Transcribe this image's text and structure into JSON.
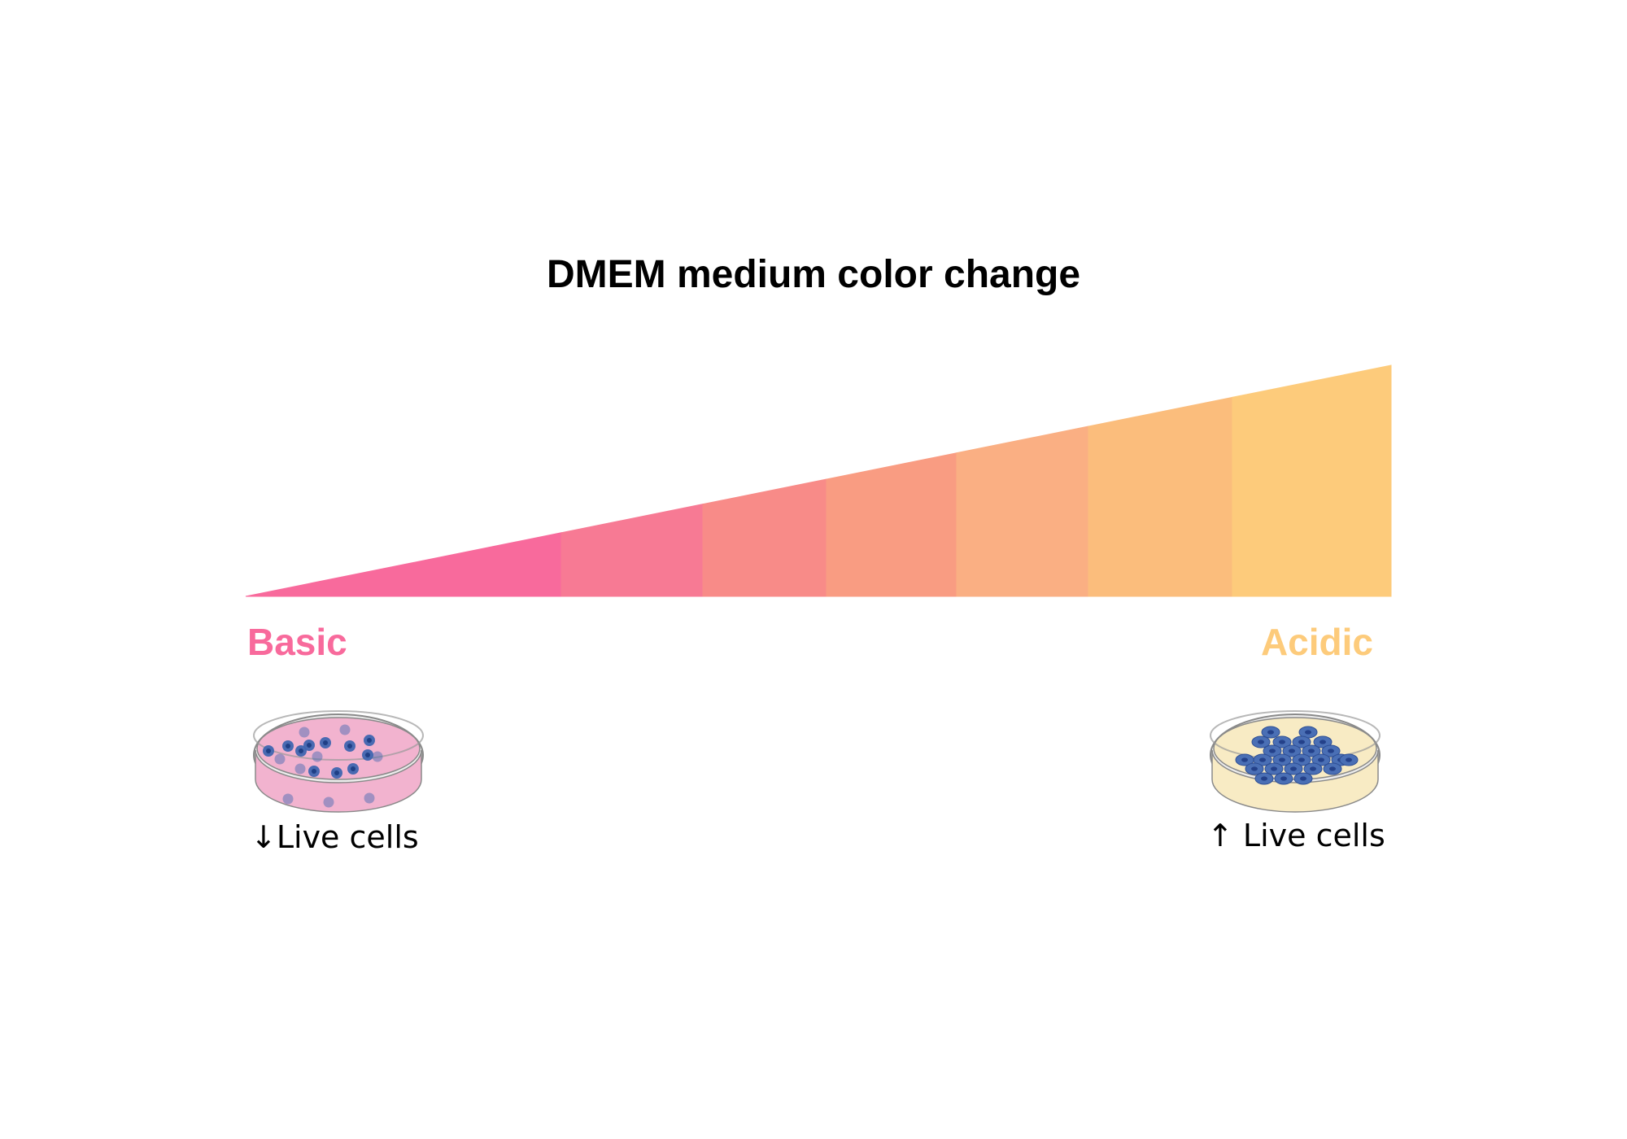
{
  "title": "DMEM medium color change",
  "scale": {
    "left_label": "Basic",
    "right_label": "Acidic",
    "left_color": "#F86A9C",
    "right_color": "#FDCB7B",
    "segment_colors": [
      "#F86A9C",
      "#F77A94",
      "#F88B88",
      "#F99C82",
      "#FAAF83",
      "#FBBD7C",
      "#FDCB7B"
    ]
  },
  "left_dish": {
    "medium_color": "#F2B3CF",
    "cell_color": "#3F66B0",
    "caption": "↓Live cells",
    "icon": "petri-dish-sparse-cells-icon"
  },
  "right_dish": {
    "medium_color": "#F8EBC4",
    "cell_color": "#4A6FB5",
    "caption": "↑ Live cells",
    "icon": "petri-dish-dense-cells-icon"
  }
}
